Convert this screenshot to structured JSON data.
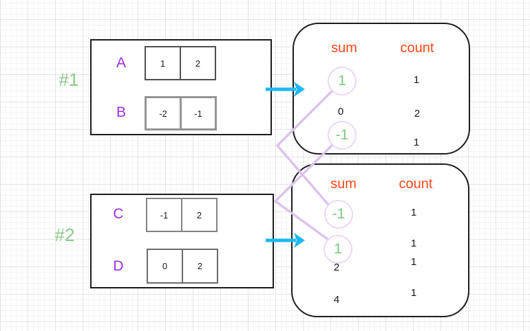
{
  "diagram": {
    "examples": [
      {
        "label": "#1",
        "rows": [
          {
            "name": "A",
            "cells": [
              "1",
              "2"
            ]
          },
          {
            "name": "B",
            "cells": [
              "-2",
              "-1"
            ]
          }
        ]
      },
      {
        "label": "#2",
        "rows": [
          {
            "name": "C",
            "cells": [
              "-1",
              "2"
            ]
          },
          {
            "name": "D",
            "cells": [
              "0",
              "2"
            ]
          }
        ]
      }
    ],
    "results": [
      {
        "sum_header": "sum",
        "count_header": "count",
        "rows": [
          {
            "sum": "1",
            "count": "1",
            "highlighted": true
          },
          {
            "sum": "0",
            "count": "2",
            "highlighted": false
          },
          {
            "sum": "-1",
            "count": "1",
            "highlighted": true
          }
        ]
      },
      {
        "sum_header": "sum",
        "count_header": "count",
        "rows": [
          {
            "sum": "-1",
            "count": "1",
            "highlighted": true
          },
          {
            "sum": "1",
            "count": "1",
            "highlighted": true
          },
          {
            "sum": "2",
            "count": "1",
            "highlighted": false
          },
          {
            "sum": "4",
            "count": "1",
            "highlighted": false
          }
        ]
      }
    ],
    "connections": [
      {
        "from": "result1 sum 1",
        "to": "result2 sum -1"
      },
      {
        "from": "result1 sum -1",
        "to": "result2 sum 1"
      }
    ],
    "colors": {
      "example_label_green": "#8bc98b",
      "highlight_green": "#7cc97c",
      "array_name_purple": "#9d2ee8",
      "header_orange": "#ff4716",
      "arrow_cyan": "#1eb8f2",
      "connector_lavender": "#dcc3ec",
      "circle_outline": "#e9d9f4"
    }
  }
}
